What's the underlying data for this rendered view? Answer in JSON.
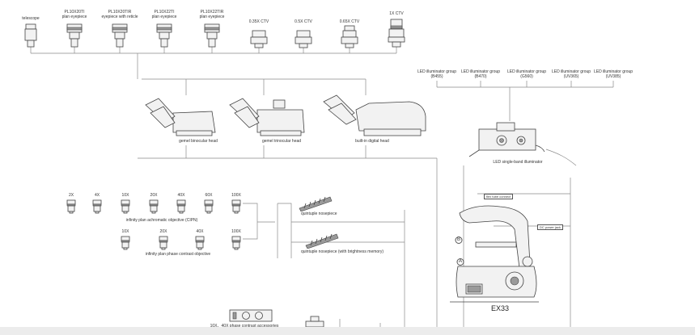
{
  "eyepieces": [
    {
      "label": "telescope"
    },
    {
      "label": "PL10X20TI\nplan eyepiece"
    },
    {
      "label": "PL10X20TIR\neyepiece with reticle"
    },
    {
      "label": "PL10X22TI\nplan eyepiece"
    },
    {
      "label": "PL10X22TIR\nplan eyepiece"
    }
  ],
  "ctv": [
    "0.35X CTV",
    "0.5X CTV",
    "0.65X CTV",
    "1X CTV"
  ],
  "heads": [
    "gemel binocular head",
    "gemel trinocular head",
    "built-in digital head"
  ],
  "led_groups": [
    "LED illuminator group\n(B455)",
    "LED illuminator group\n(B470)",
    "LED illuminator group\n(G560)",
    "LED illuminator group\n(UV365)",
    "LED illuminator group\n(UV385)"
  ],
  "led_single": "LED single-band illuminator",
  "objectives_achromatic": {
    "mags": [
      "2X",
      "4X",
      "10X",
      "20X",
      "40X",
      "60X",
      "100X"
    ],
    "label": "infinity plan achromatic objective  (CIPN)"
  },
  "objectives_phase": {
    "mags": [
      "10X",
      "20X",
      "40X",
      "100X"
    ],
    "label": "infinity plan phase contrast objective"
  },
  "nosepieces": [
    "quintuple nosepiece",
    "quintuple nosepiece  (with brightness memory)"
  ],
  "phase_accessories": "10X、40X  phase contrast accessories",
  "model": "EX33",
  "callouts": {
    "flex": "flex tube connect",
    "dc_power": "DC power jack"
  },
  "markers": [
    "B",
    "A"
  ]
}
